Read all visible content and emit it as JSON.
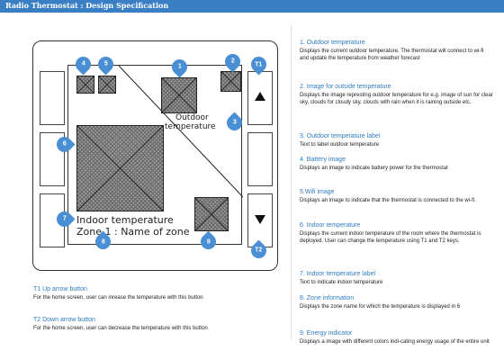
{
  "header": {
    "title": "Radio Thermostat : Design Specification"
  },
  "screen": {
    "outdoor_label_line1": "Outdoor",
    "outdoor_label_line2": "temperature",
    "indoor_label": "Indoor temperature",
    "zone_label": "Zone 1 : Name of zone"
  },
  "markers": [
    "1",
    "2",
    "3",
    "4",
    "5",
    "6",
    "7",
    "8",
    "9",
    "T1",
    "T2"
  ],
  "specs": [
    {
      "title": "1. Outdoor temperature",
      "body": "Displays the current outdoor temperature. The thermostat will connect to wi-fi and update the temperature from weather forecast"
    },
    {
      "title": "2. Image for outside temperature",
      "body": "Displays the image represting outdoor temperature for e.g. image of sun for clear sky, clouds for cloudy sky, clouds with rain when it is raining outside etc."
    },
    {
      "title": "3. Outdoor temperature label",
      "body": "Text to label outdoor temperature"
    },
    {
      "title": "4. Battery image",
      "body": "Displays an image to indicate battery power for the thermostat"
    },
    {
      "title": "5.Wifi image",
      "body": "Displays an image to indicate that the thermostat is connected to the wi-fi."
    },
    {
      "title": "6. Indoor temperature",
      "body": "Displays the current indoor temperature of the room where the thermostat is deployed. User can change the temperature using T1 and T2 keys."
    },
    {
      "title": "7. Indoor temperature label",
      "body": "Text to indicate indoor temperature"
    },
    {
      "title": "8. Zone information",
      "body": "Displays the zone name for which the temperature is displayed in 6"
    },
    {
      "title": "9. Energy indicator",
      "body": "Displays a image with different colors indi-cating energy usage of the entire unit"
    }
  ],
  "button_specs": [
    {
      "title": "T1 Up arrow button",
      "body": "For the home screen, user can inrease the temperature with this button"
    },
    {
      "title": "T2 Down arrow button",
      "body": "For the home screen, user can decrease the temperature with this button"
    }
  ],
  "colors": {
    "accent": "#3a7fc4",
    "marker": "#4a8fd4"
  }
}
